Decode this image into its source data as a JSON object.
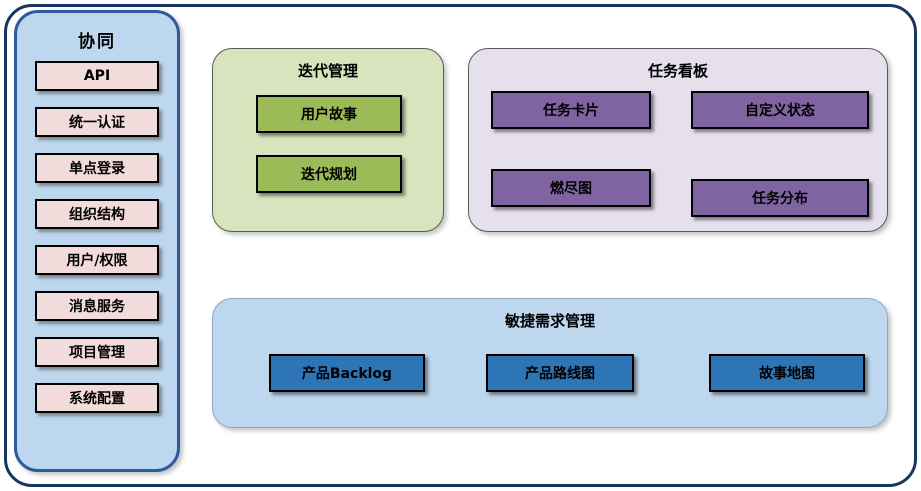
{
  "sidebar": {
    "title": "协同",
    "items": [
      "API",
      "统一认证",
      "单点登录",
      "组织结构",
      "用户/权限",
      "消息服务",
      "项目管理",
      "系统配置"
    ]
  },
  "panels": {
    "iteration": {
      "title": "迭代管理",
      "items": [
        "用户故事",
        "迭代规划"
      ]
    },
    "kanban": {
      "title": "任务看板",
      "items": [
        "任务卡片",
        "自定义状态",
        "燃尽图",
        "任务分布"
      ]
    },
    "requirements": {
      "title": "敏捷需求管理",
      "items": [
        "产品Backlog",
        "产品路线图",
        "故事地图"
      ]
    }
  },
  "colors": {
    "outer_border": "#17375E",
    "sidebar_fill": "#BDD7EE",
    "sidebar_border": "#2E5A9E",
    "sidebar_item_fill": "#F2DCDB",
    "iteration_panel_fill": "#D7E4BD",
    "iteration_box_fill": "#9BBB59",
    "kanban_panel_fill": "#E5E0EC",
    "kanban_box_fill": "#8064A2",
    "requirements_panel_fill": "#BDD7EE",
    "requirements_box_fill": "#2E75B6",
    "box_border": "#000000"
  }
}
